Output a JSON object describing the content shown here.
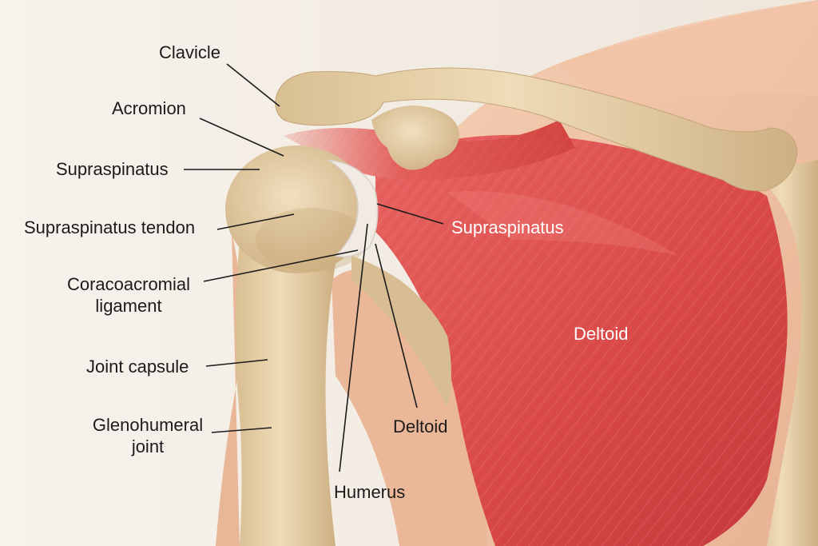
{
  "diagram": {
    "labels": {
      "clavicle": "Clavicle",
      "acromion": "Acromion",
      "supraspinatus_left": "Supraspinatus",
      "supraspinatus_tendon": "Supraspinatus tendon",
      "coracoacromial_ligament_line1": "Coracoacromial",
      "coracoacromial_ligament_line2": "ligament",
      "joint_capsule": "Joint capsule",
      "glenohumeral_joint_line1": "Glenohumeral",
      "glenohumeral_joint_line2": "joint",
      "supraspinatus_on_muscle": "Supraspinatus",
      "deltoid_on_muscle": "Deltoid",
      "deltoid_lower": "Deltoid",
      "humerus": "Humerus"
    },
    "colors": {
      "background": "#f3ede5",
      "skin": "#efc4a8",
      "bone": "#e8d4ad",
      "muscle": "#d94a48",
      "tendon": "#f2ece6",
      "leader_line": "#1b1b1b",
      "label_text": "#1b1b1b",
      "label_text_on_muscle": "#ffffff"
    }
  }
}
